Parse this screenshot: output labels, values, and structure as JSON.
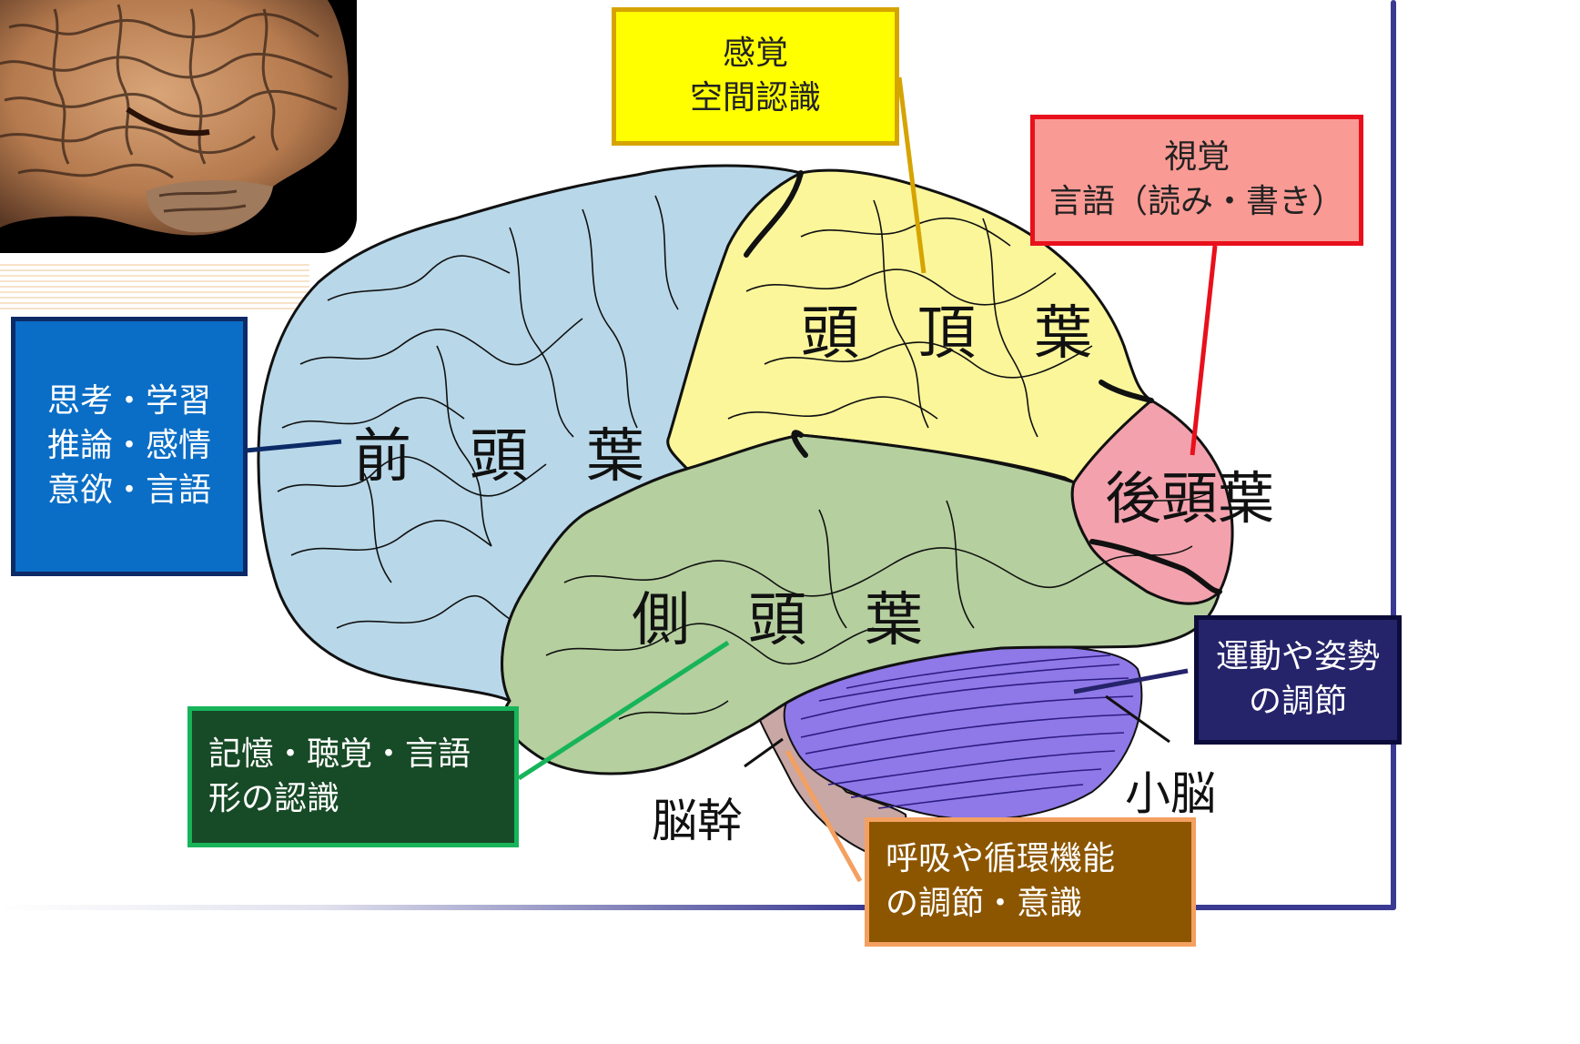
{
  "lobes": {
    "frontal": "前　頭　葉",
    "parietal": "頭　頂　葉",
    "occipital": "後頭葉",
    "temporal": "側　頭　葉"
  },
  "parts": {
    "brainstem": "脳幹",
    "cerebellum": "小脳"
  },
  "callouts": {
    "frontal": {
      "lines": [
        "思考・学習",
        "推論・感情",
        "意欲・言語"
      ],
      "bg": "#0a6ec6",
      "border": "#0c2a66",
      "text": "#ffffff"
    },
    "parietal": {
      "lines": [
        "感覚",
        "空間認識"
      ],
      "bg": "#ffff00",
      "border": "#d6a400",
      "text": "#222222"
    },
    "occipital": {
      "lines": [
        "視覚",
        "言語（読み・書き）"
      ],
      "bg": "#fa9a94",
      "border": "#e8101c",
      "text": "#222222"
    },
    "temporal": {
      "lines": [
        "記憶・聴覚・言語",
        "形の認識"
      ],
      "bg": "#174a26",
      "border": "#17b45a",
      "text": "#ffffff"
    },
    "cerebellum": {
      "lines": [
        "運動や姿勢",
        "の調節"
      ],
      "bg": "#25236a",
      "border": "#0c0c3a",
      "text": "#ffffff"
    },
    "brainstem": {
      "lines": [
        "呼吸や循環機能",
        "の調節・意識"
      ],
      "bg": "#8c5600",
      "border": "#f3a060",
      "text": "#ffffff"
    }
  },
  "colors": {
    "frontal_lobe": "#b8d8e9",
    "parietal_lobe": "#fbf69a",
    "occipital_lobe": "#f3a2ad",
    "temporal_lobe": "#b5cf9e",
    "cerebellum": "#8f78e8",
    "brainstem": "#c9a7a4"
  },
  "photo": {
    "icon": "real-brain-photo"
  }
}
